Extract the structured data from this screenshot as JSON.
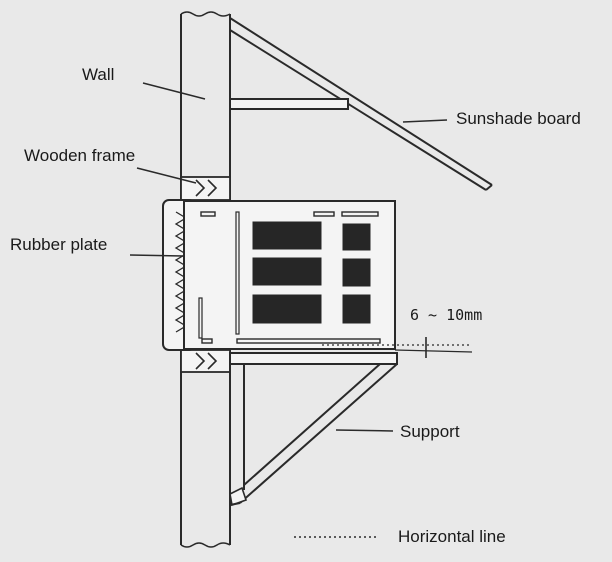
{
  "labels": {
    "wall": "Wall",
    "sunshade": "Sunshade board",
    "wooden_frame": "Wooden frame",
    "rubber_plate": "Rubber plate",
    "gap": "6 ~ 10mm",
    "support": "Support",
    "legend_horizontal": "Horizontal line"
  },
  "legend": {
    "line_style": "dotted"
  },
  "colors": {
    "background": "#e9e9e9",
    "line": "#2a2a2a",
    "fill": "#f4f4f4",
    "dark_panel": "#262626"
  }
}
